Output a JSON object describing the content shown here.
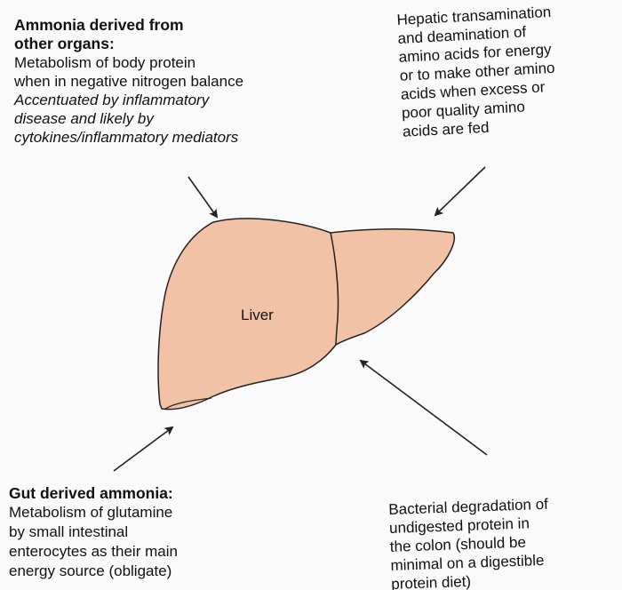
{
  "top_left": {
    "title_lines": [
      "Ammonia derived from",
      "other organs:"
    ],
    "body_lines": [
      "Metabolism of body protein",
      "when in negative nitrogen balance"
    ],
    "italic_lines": [
      "Accentuated by inflammatory",
      "disease and likely by",
      "cytokines/inflammatory mediators"
    ]
  },
  "top_right": {
    "body_lines": [
      "Hepatic transamination",
      "and deamination of",
      "amino acids for energy",
      "or to make other amino",
      "acids when excess or",
      "poor quality amino",
      "acids are fed"
    ]
  },
  "center": {
    "label": "Liver",
    "fill_color": "#f2c2a6",
    "stroke_color": "#222222"
  },
  "bottom_left": {
    "title_lines": [
      "Gut derived ammonia:"
    ],
    "body_lines": [
      "Metabolism of glutamine",
      "by small intestinal",
      "enterocytes as their main",
      "energy source (obligate)"
    ]
  },
  "bottom_right": {
    "body_lines": [
      "Bacterial degradation of",
      "undigested protein in",
      "the colon (should be",
      "minimal on a digestible",
      "protein diet)"
    ]
  }
}
